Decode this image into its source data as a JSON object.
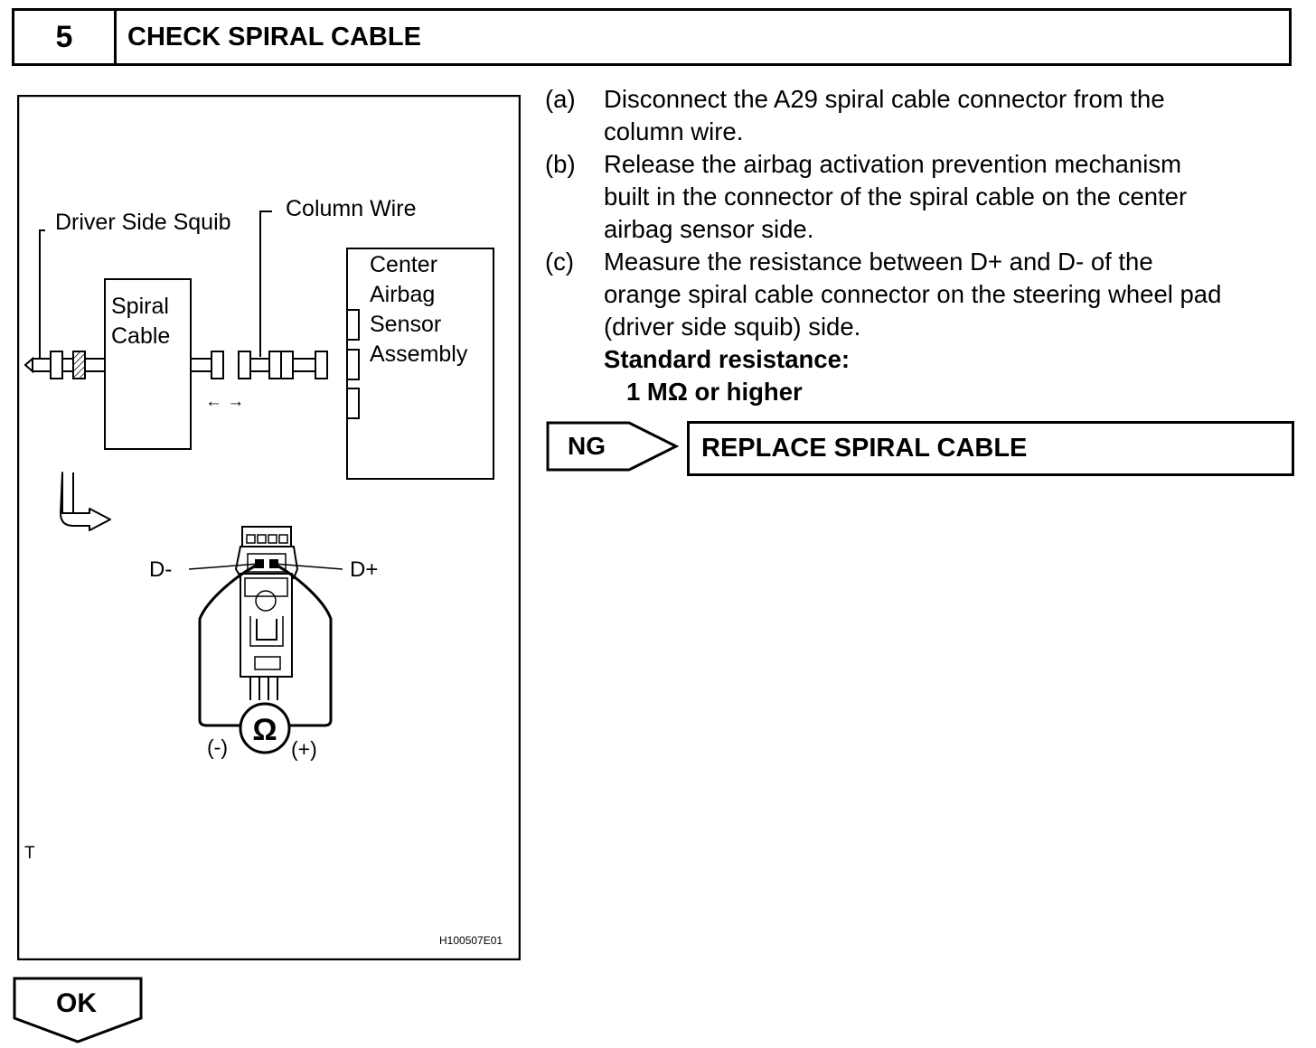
{
  "step": {
    "number": "5",
    "title": "CHECK SPIRAL CABLE"
  },
  "figure": {
    "labels": {
      "driver_side_squib": "Driver Side Squib",
      "column_wire": "Column Wire",
      "spiral_cable_line1": "Spiral",
      "spiral_cable_line2": "Cable",
      "center_line1": "Center",
      "center_line2": "Airbag",
      "center_line3": "Sensor",
      "center_line4": "Assembly",
      "d_minus": "D-",
      "d_plus": "D+",
      "ohm_symbol": "Ω",
      "meter_neg": "(-)",
      "meter_pos": "(+)",
      "corner_mark": "T",
      "figure_id": "H100507E01"
    }
  },
  "instructions": [
    {
      "letter": "(a)",
      "lines": [
        "Disconnect the A29 spiral cable connector from the",
        "column wire."
      ]
    },
    {
      "letter": "(b)",
      "lines": [
        "Release the airbag activation prevention mechanism",
        "built in the connector of the spiral cable on the center",
        "airbag sensor side."
      ]
    },
    {
      "letter": "(c)",
      "lines": [
        "Measure the resistance between D+ and D- of the",
        "orange spiral cable connector on the steering wheel pad",
        "(driver side squib) side."
      ]
    }
  ],
  "standard": {
    "label": "Standard resistance:",
    "value": "1 MΩ or higher"
  },
  "results": {
    "ng": {
      "label": "NG",
      "action": "REPLACE SPIRAL CABLE"
    },
    "ok": {
      "label": "OK"
    }
  }
}
